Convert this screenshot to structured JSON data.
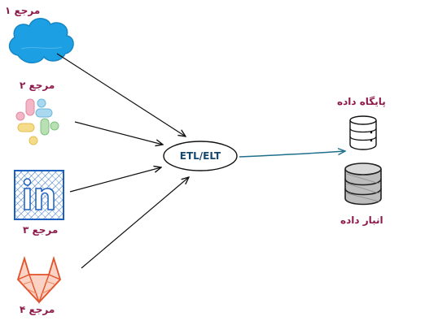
{
  "sources": [
    {
      "label": "مرجع ۱",
      "icon": "salesforce-cloud-icon",
      "color": "#1d9fe4"
    },
    {
      "label": "مرجع ۲",
      "icon": "slack-icon",
      "color": "#e8a7b9"
    },
    {
      "label": "مرجع ۳",
      "icon": "linkedin-icon",
      "color": "#1b5fbf"
    },
    {
      "label": "مرجع ۴",
      "icon": "gitlab-icon",
      "color": "#e2512a"
    }
  ],
  "process": {
    "label": "ETL/ELT"
  },
  "targets": [
    {
      "label": "پایگاه داده",
      "icon": "database-icon"
    },
    {
      "label": "انبار داده",
      "icon": "data-warehouse-icon"
    }
  ],
  "colors": {
    "label_text": "#8e1a4c",
    "arrow_dark": "#111111",
    "arrow_out": "#1f6f8b",
    "process_text": "#17466b"
  }
}
